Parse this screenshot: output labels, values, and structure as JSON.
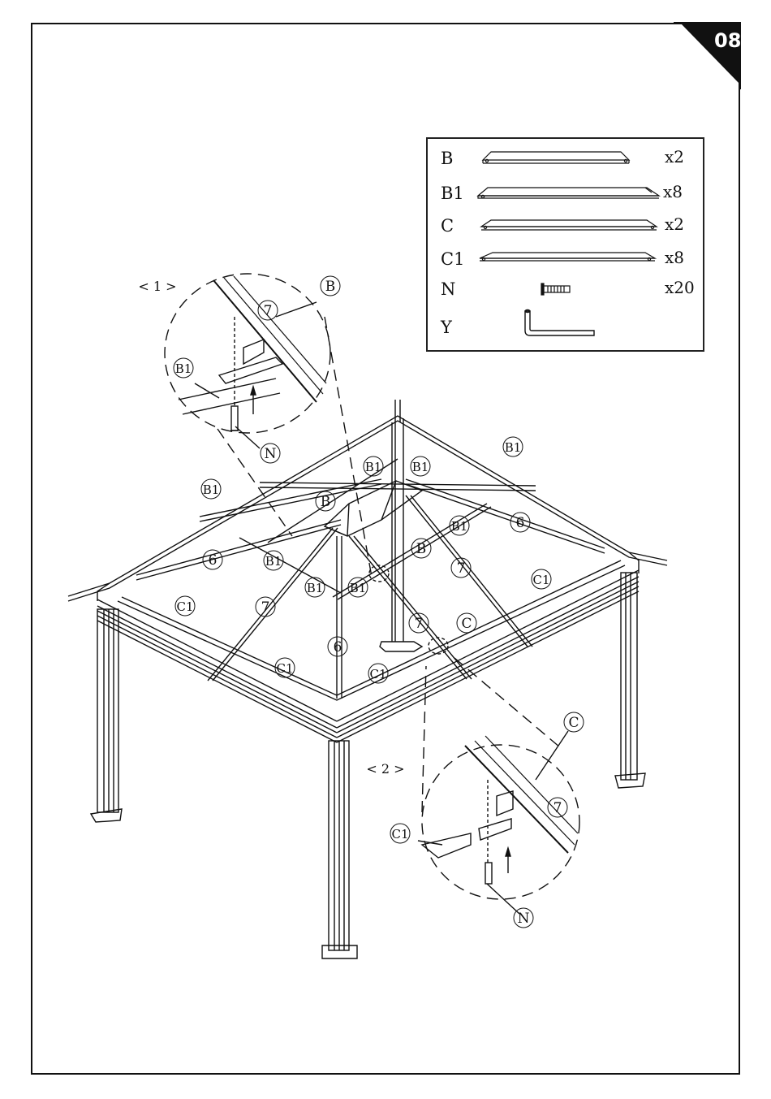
{
  "page_number": "08",
  "parts": [
    {
      "code": "B",
      "qty": "x2"
    },
    {
      "code": "B1",
      "qty": "x8"
    },
    {
      "code": "C",
      "qty": "x2"
    },
    {
      "code": "C1",
      "qty": "x8"
    },
    {
      "code": "N",
      "qty": "x20"
    },
    {
      "code": "Y",
      "qty": ""
    }
  ],
  "detail_1": {
    "title": "< 1 >",
    "labels": [
      "7",
      "B",
      "B1",
      "N"
    ]
  },
  "detail_2": {
    "title": "< 2 >",
    "labels": [
      "C",
      "7",
      "C1",
      "N"
    ]
  },
  "callouts": {
    "b1": "B1",
    "b": "B",
    "c1": "C1",
    "c": "C",
    "six": "6",
    "seven": "7"
  },
  "colors": {
    "line": "#111111",
    "background": "#ffffff"
  }
}
